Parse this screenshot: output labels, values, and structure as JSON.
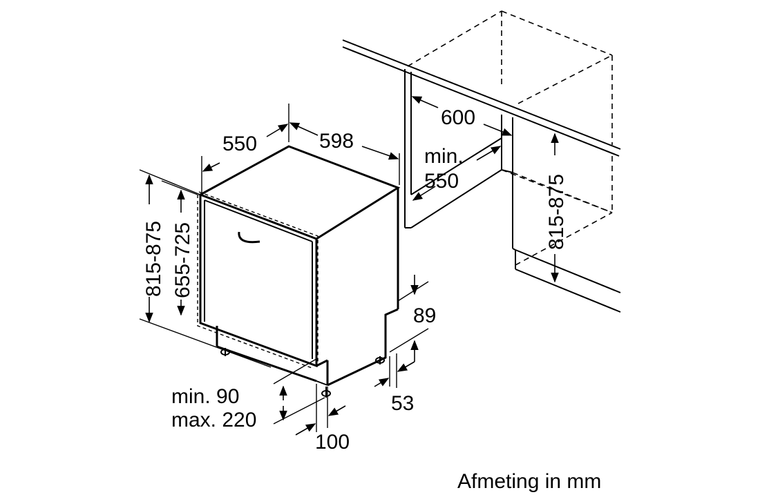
{
  "caption": "Afmeting in mm",
  "dimensions": {
    "depth_550": "550",
    "width_598": "598",
    "height_815_875": "815-875",
    "height_655_725": "655-725",
    "niche_width_600": "600",
    "niche_depth_min": "min.",
    "niche_depth_550": "550",
    "niche_height_815_875": "815-875",
    "plinth_89": "89",
    "plinth_53": "53",
    "foot_min": "min. 90",
    "foot_max": "max. 220",
    "foot_100": "100"
  },
  "colors": {
    "line": "#000000",
    "background": "#ffffff"
  }
}
